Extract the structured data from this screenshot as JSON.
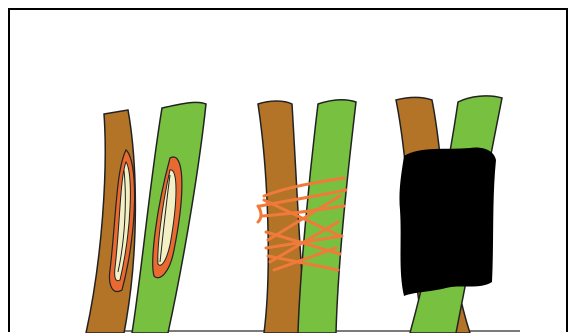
{
  "colors": {
    "brown": "#b37428",
    "green": "#78c040",
    "cut_cambium": "#e86a30",
    "cut_inner": "#f3f0c6",
    "twine": "#f07a3a",
    "grafting_tape": "#000000",
    "outline": "#222222",
    "ground": "#7a7a7a"
  },
  "stages": [
    {
      "name": "approach-graft-cuts",
      "stems": [
        "brown",
        "green"
      ],
      "binding": "none"
    },
    {
      "name": "stems-tied-with-twine",
      "stems": [
        "brown",
        "green"
      ],
      "binding": "twine"
    },
    {
      "name": "union-wrapped-with-tape",
      "stems": [
        "brown",
        "green"
      ],
      "binding": "tape"
    }
  ]
}
